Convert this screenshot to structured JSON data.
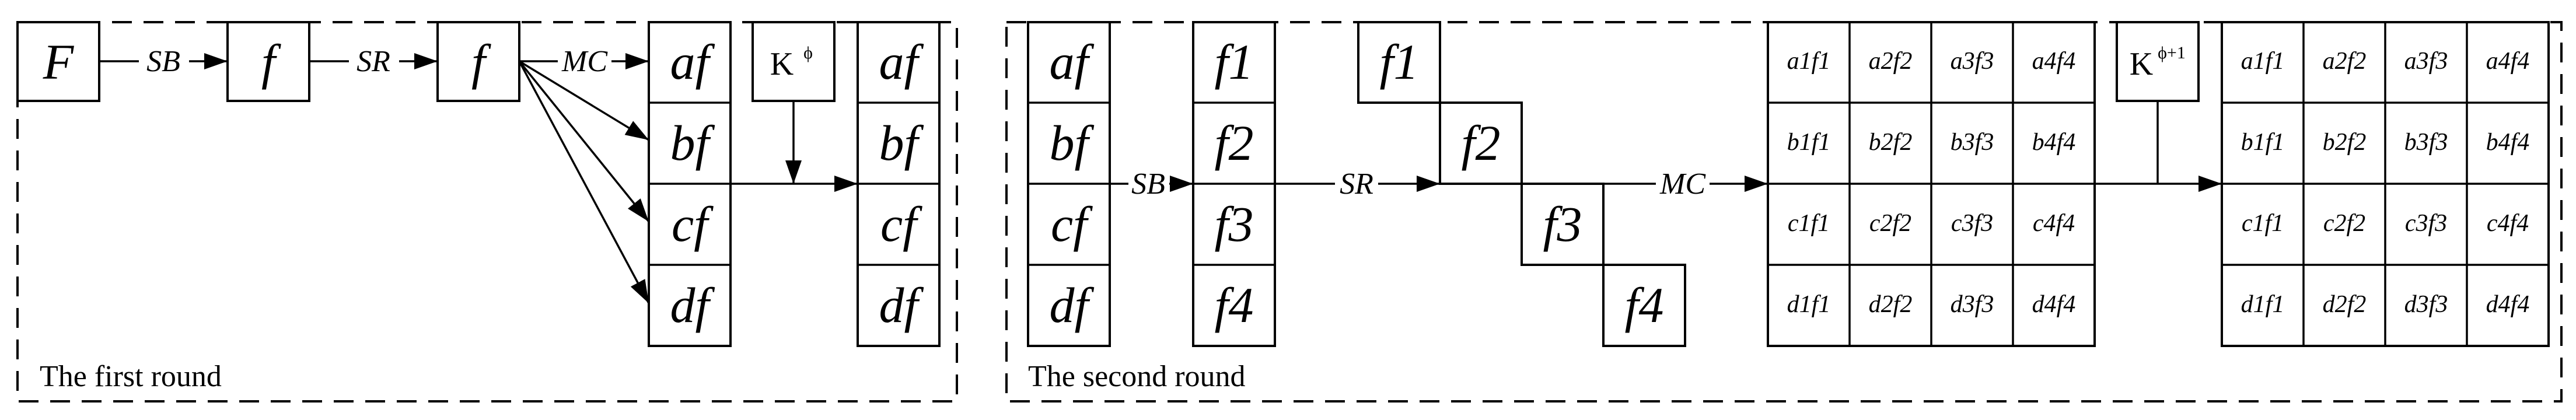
{
  "round1": {
    "caption": "The first round",
    "input": "F",
    "step1_label": "SB",
    "after_sb": "f",
    "step2_label": "SR",
    "after_sr": "f",
    "step3_label": "MC",
    "column": [
      "af",
      "bf",
      "cf",
      "df"
    ],
    "key": "K",
    "key_sup": "ϕ",
    "output": [
      "af",
      "bf",
      "cf",
      "df"
    ]
  },
  "round2": {
    "caption": "The second round",
    "input": [
      "af",
      "bf",
      "cf",
      "df"
    ],
    "step1_label": "SB",
    "after_sb": [
      "f1",
      "f2",
      "f3",
      "f4"
    ],
    "step2_label": "SR",
    "diagonal": [
      "f1",
      "f2",
      "f3",
      "f4"
    ],
    "step3_label": "MC",
    "matrix": [
      [
        "a1f1",
        "a2f2",
        "a3f3",
        "a4f4"
      ],
      [
        "b1f1",
        "b2f2",
        "b3f3",
        "b4f4"
      ],
      [
        "c1f1",
        "c2f2",
        "c3f3",
        "c4f4"
      ],
      [
        "d1f1",
        "d2f2",
        "d3f3",
        "d4f4"
      ]
    ],
    "key": "K",
    "key_sup": "ϕ+1",
    "output": [
      [
        "a1f1",
        "a2f2",
        "a3f3",
        "a4f4"
      ],
      [
        "b1f1",
        "b2f2",
        "b3f3",
        "b4f4"
      ],
      [
        "c1f1",
        "c2f2",
        "c3f3",
        "c4f4"
      ],
      [
        "d1f1",
        "d2f2",
        "d3f3",
        "d4f4"
      ]
    ]
  }
}
